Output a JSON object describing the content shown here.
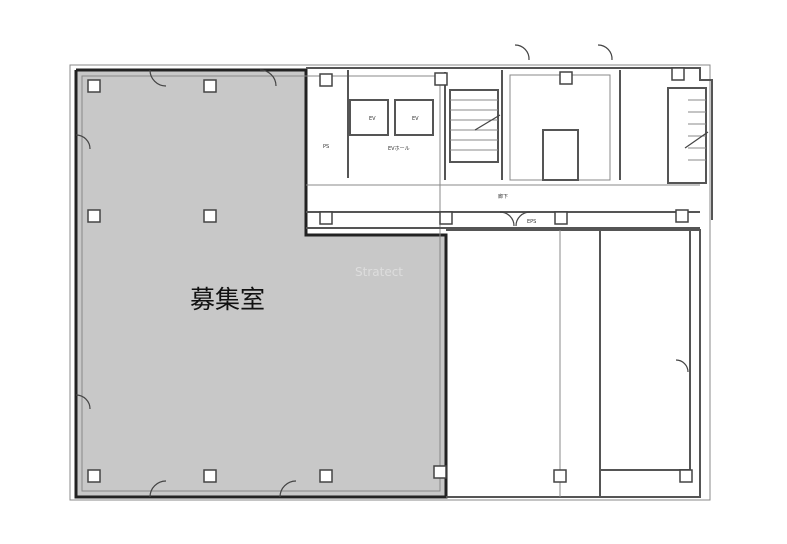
{
  "floorplan": {
    "vacant_room_label": "募集室",
    "watermark": "Stratect",
    "room_labels": {
      "ev1": "EV",
      "ev2": "EV",
      "ev_hall": "EVホール",
      "corridor": "廊下",
      "ps": "PS",
      "eps": "EPS"
    },
    "colors": {
      "vacant_fill": "#c8c8c8",
      "wall": "#555555"
    }
  }
}
